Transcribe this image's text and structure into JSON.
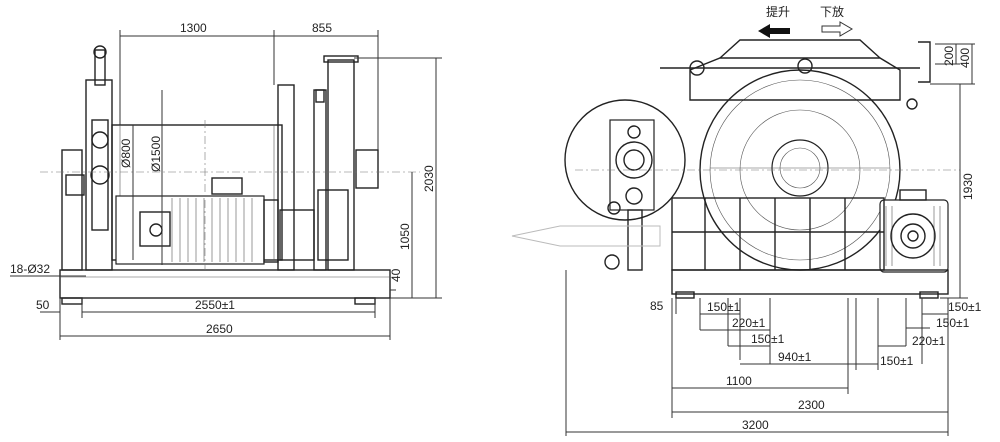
{
  "drawing": {
    "side_view": {
      "dims": {
        "top_1300": "1300",
        "top_855": "855",
        "dia_800": "Ø800",
        "dia_1500": "Ø1500",
        "height_2030": "2030",
        "height_1050": "1050",
        "height_40": "40",
        "holes": "18-Ø32",
        "left_50": "50",
        "base_2550": "2550±1",
        "total_2650": "2650"
      }
    },
    "front_view": {
      "labels": {
        "lift": "提升",
        "lower": "下放"
      },
      "dims": {
        "top_200": "200",
        "top_400": "400",
        "height_1930": "1930",
        "left_85": "85",
        "d150_a": "150±1",
        "d220_a": "220±1",
        "d150_b": "150±1",
        "d940": "940±1",
        "d1100": "1100",
        "d2300": "2300",
        "d3200": "3200",
        "r150_a": "150±1",
        "r150_b": "150±1",
        "r220": "220±1",
        "r150_c": "150±1"
      }
    }
  }
}
